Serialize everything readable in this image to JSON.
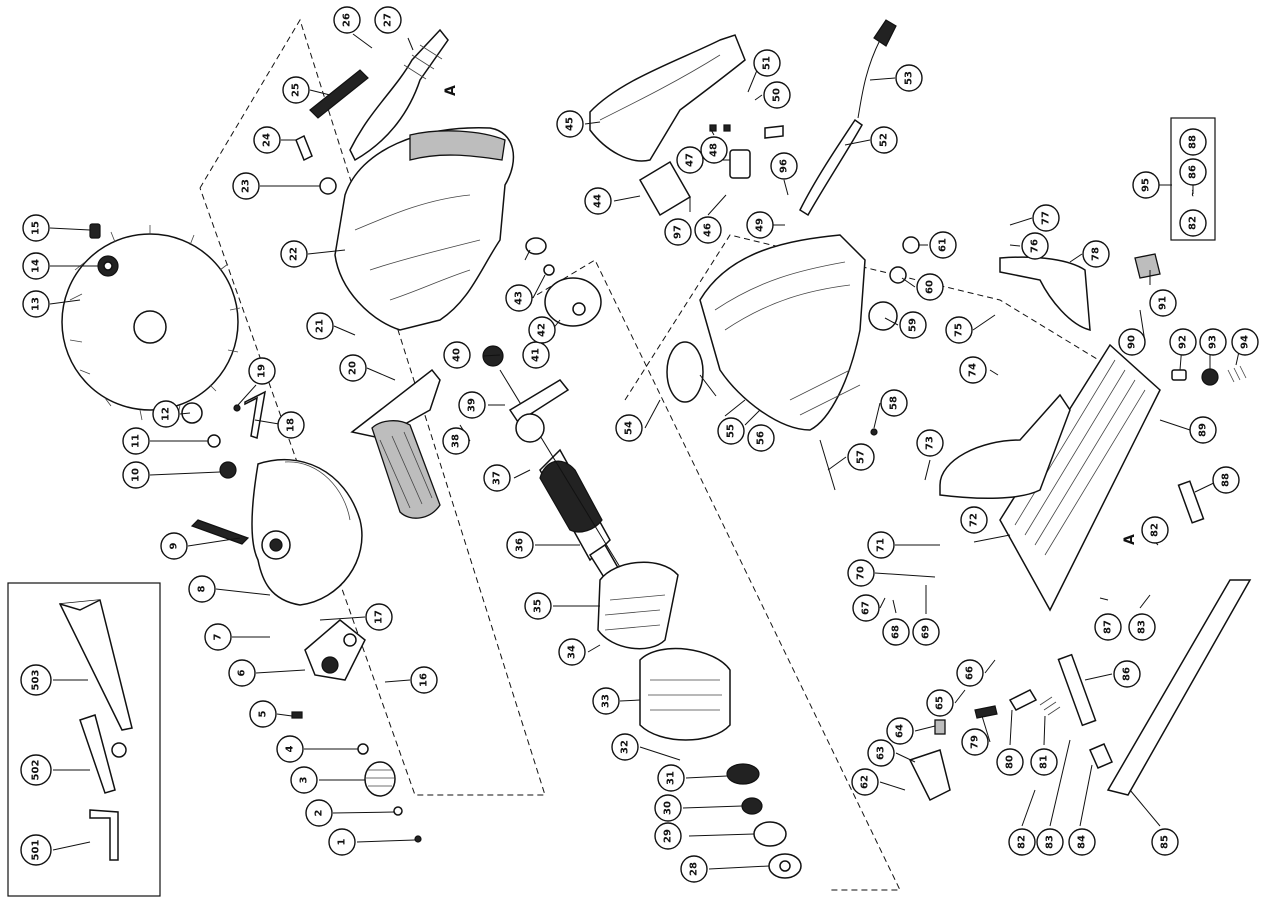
{
  "diagram": {
    "reference_mark": "A",
    "range_group": {
      "top": "88",
      "middle": "86",
      "separator": "~",
      "bottom": "82",
      "label": "95"
    },
    "callouts": [
      {
        "id": "c1",
        "label": "1"
      },
      {
        "id": "c2",
        "label": "2"
      },
      {
        "id": "c3",
        "label": "3"
      },
      {
        "id": "c4",
        "label": "4"
      },
      {
        "id": "c5",
        "label": "5"
      },
      {
        "id": "c6",
        "label": "6"
      },
      {
        "id": "c7",
        "label": "7"
      },
      {
        "id": "c8",
        "label": "8"
      },
      {
        "id": "c9",
        "label": "9"
      },
      {
        "id": "c10",
        "label": "10"
      },
      {
        "id": "c11",
        "label": "11"
      },
      {
        "id": "c12",
        "label": "12"
      },
      {
        "id": "c13",
        "label": "13"
      },
      {
        "id": "c14",
        "label": "14"
      },
      {
        "id": "c15",
        "label": "15"
      },
      {
        "id": "c16",
        "label": "16"
      },
      {
        "id": "c17",
        "label": "17"
      },
      {
        "id": "c18",
        "label": "18"
      },
      {
        "id": "c19",
        "label": "19"
      },
      {
        "id": "c20",
        "label": "20"
      },
      {
        "id": "c21",
        "label": "21"
      },
      {
        "id": "c22",
        "label": "22"
      },
      {
        "id": "c23",
        "label": "23"
      },
      {
        "id": "c24",
        "label": "24"
      },
      {
        "id": "c25",
        "label": "25"
      },
      {
        "id": "c26",
        "label": "26"
      },
      {
        "id": "c27",
        "label": "27"
      },
      {
        "id": "c28",
        "label": "28"
      },
      {
        "id": "c29",
        "label": "29"
      },
      {
        "id": "c30",
        "label": "30"
      },
      {
        "id": "c31",
        "label": "31"
      },
      {
        "id": "c32",
        "label": "32"
      },
      {
        "id": "c33",
        "label": "33"
      },
      {
        "id": "c34",
        "label": "34"
      },
      {
        "id": "c35",
        "label": "35"
      },
      {
        "id": "c36",
        "label": "36"
      },
      {
        "id": "c37",
        "label": "37"
      },
      {
        "id": "c38",
        "label": "38"
      },
      {
        "id": "c39",
        "label": "39"
      },
      {
        "id": "c40",
        "label": "40"
      },
      {
        "id": "c41",
        "label": "41"
      },
      {
        "id": "c42",
        "label": "42"
      },
      {
        "id": "c43",
        "label": "43"
      },
      {
        "id": "c44",
        "label": "44"
      },
      {
        "id": "c45",
        "label": "45"
      },
      {
        "id": "c46",
        "label": "46"
      },
      {
        "id": "c47",
        "label": "47"
      },
      {
        "id": "c48",
        "label": "48"
      },
      {
        "id": "c49",
        "label": "49"
      },
      {
        "id": "c50",
        "label": "50"
      },
      {
        "id": "c51",
        "label": "51"
      },
      {
        "id": "c52",
        "label": "52"
      },
      {
        "id": "c53",
        "label": "53"
      },
      {
        "id": "c54",
        "label": "54"
      },
      {
        "id": "c55",
        "label": "55"
      },
      {
        "id": "c56",
        "label": "56"
      },
      {
        "id": "c57",
        "label": "57"
      },
      {
        "id": "c58",
        "label": "58"
      },
      {
        "id": "c59",
        "label": "59"
      },
      {
        "id": "c60",
        "label": "60"
      },
      {
        "id": "c61",
        "label": "61"
      },
      {
        "id": "c62",
        "label": "62"
      },
      {
        "id": "c63",
        "label": "63"
      },
      {
        "id": "c64",
        "label": "64"
      },
      {
        "id": "c65",
        "label": "65"
      },
      {
        "id": "c66",
        "label": "66"
      },
      {
        "id": "c67",
        "label": "67"
      },
      {
        "id": "c68",
        "label": "68"
      },
      {
        "id": "c69",
        "label": "69"
      },
      {
        "id": "c70",
        "label": "70"
      },
      {
        "id": "c71",
        "label": "71"
      },
      {
        "id": "c72",
        "label": "72"
      },
      {
        "id": "c73",
        "label": "73"
      },
      {
        "id": "c74",
        "label": "74"
      },
      {
        "id": "c75",
        "label": "75"
      },
      {
        "id": "c76",
        "label": "76"
      },
      {
        "id": "c77",
        "label": "77"
      },
      {
        "id": "c78",
        "label": "78"
      },
      {
        "id": "c79",
        "label": "79"
      },
      {
        "id": "c80",
        "label": "80"
      },
      {
        "id": "c81",
        "label": "81"
      },
      {
        "id": "c82a",
        "label": "82"
      },
      {
        "id": "c82b",
        "label": "82"
      },
      {
        "id": "c83a",
        "label": "83"
      },
      {
        "id": "c83b",
        "label": "83"
      },
      {
        "id": "c84",
        "label": "84"
      },
      {
        "id": "c85",
        "label": "85"
      },
      {
        "id": "c86",
        "label": "86"
      },
      {
        "id": "c87",
        "label": "87"
      },
      {
        "id": "c88",
        "label": "88"
      },
      {
        "id": "c89",
        "label": "89"
      },
      {
        "id": "c90",
        "label": "90"
      },
      {
        "id": "c91",
        "label": "91"
      },
      {
        "id": "c92",
        "label": "92"
      },
      {
        "id": "c93",
        "label": "93"
      },
      {
        "id": "c94",
        "label": "94"
      },
      {
        "id": "c96",
        "label": "96"
      },
      {
        "id": "c97",
        "label": "97"
      },
      {
        "id": "c501",
        "label": "501"
      },
      {
        "id": "c502",
        "label": "502"
      },
      {
        "id": "c503",
        "label": "503"
      }
    ]
  }
}
